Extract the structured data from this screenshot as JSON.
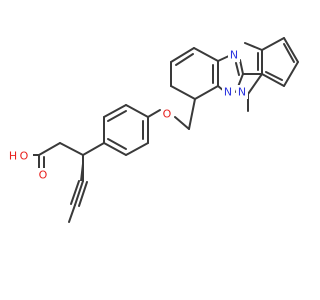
{
  "colors": {
    "bond": "#3a3a3a",
    "oxygen": "#e8211e",
    "nitrogen": "#2c35e0",
    "background": "#ffffff"
  },
  "atom_labels": {
    "hydroxyl_o": "O",
    "hydroxyl_h": "H",
    "carbonyl_o": "O",
    "ether_o": "O",
    "n_imidazole": "N",
    "n_triazole_1": "N",
    "n_triazole_2": "N"
  }
}
